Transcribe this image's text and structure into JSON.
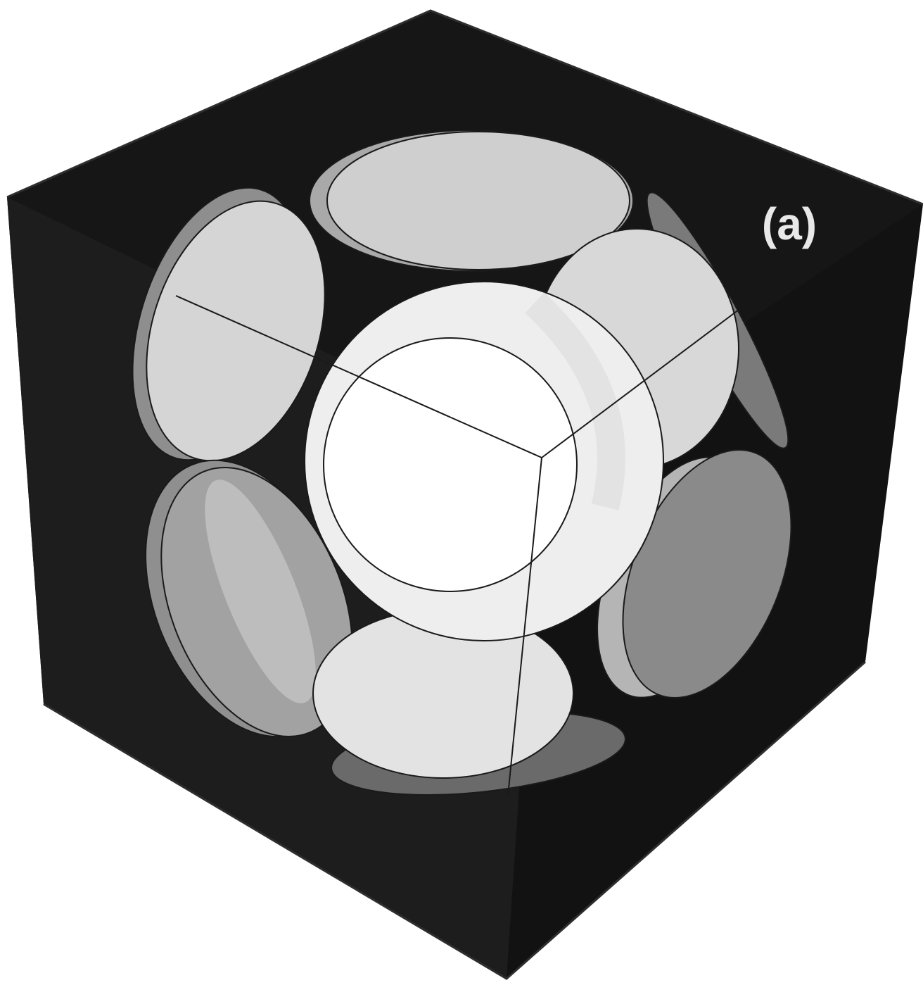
{
  "figure": {
    "panel_label": "(a)"
  },
  "colors": {
    "background": "#ffffff",
    "cube_dark": "#161616",
    "cube_left": "#1c1c1c",
    "cube_right": "#121212",
    "edge": "#2e2e2e",
    "sphere": "#f2f2f2",
    "sphere_highlight": "#ffffff",
    "disc_light": "#d9d9d9",
    "disc_mid": "#bdbdbd",
    "disc_dark": "#8c8c8c",
    "outline": "#1a1a1a"
  },
  "objects": {
    "cube": "cube",
    "central_sphere": "sphere",
    "discs": [
      "top",
      "upper-left",
      "upper-right-edge",
      "upper-right",
      "lower-left",
      "lower-right",
      "bottom",
      "bottom-rim"
    ]
  }
}
